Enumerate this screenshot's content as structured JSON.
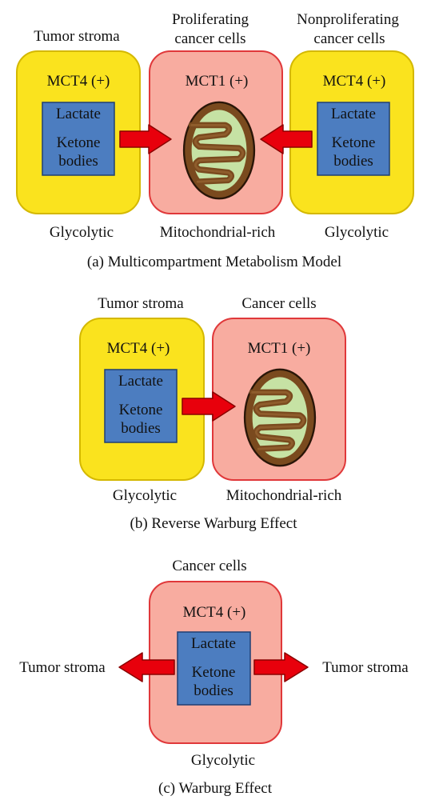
{
  "colors": {
    "stroma_fill": "#FAE31E",
    "stroma_stroke": "#D4B800",
    "cancer_fill": "#F8ACA0",
    "cancer_stroke": "#E0383A",
    "box_fill": "#4C7DC0",
    "box_stroke": "#1F3F73",
    "arrow_fill": "#E8000C",
    "arrow_stroke": "#8A0000",
    "mito_outer": "#7A4A1E",
    "mito_inner": "#C6E2A4"
  },
  "panel_a": {
    "left_title": "Tumor stroma",
    "middle_title_line1": "Proliferating",
    "middle_title_line2": "cancer cells",
    "right_title_line1": "Nonproliferating",
    "right_title_line2": "cancer cells",
    "left_marker": "MCT4 (+)",
    "middle_marker": "MCT1 (+)",
    "right_marker": "MCT4 (+)",
    "box_line1": "Lactate",
    "box_line2": "Ketone",
    "box_line3": "bodies",
    "left_footer": "Glycolytic",
    "middle_footer": "Mitochondrial-rich",
    "right_footer": "Glycolytic",
    "caption": "(a) Multicompartment Metabolism Model"
  },
  "panel_b": {
    "left_title": "Tumor stroma",
    "right_title": "Cancer cells",
    "left_marker": "MCT4 (+)",
    "right_marker": "MCT1 (+)",
    "box_line1": "Lactate",
    "box_line2": "Ketone",
    "box_line3": "bodies",
    "left_footer": "Glycolytic",
    "right_footer": "Mitochondrial-rich",
    "caption": "(b) Reverse Warburg Effect"
  },
  "panel_c": {
    "title": "Cancer cells",
    "marker": "MCT4 (+)",
    "box_line1": "Lactate",
    "box_line2": "Ketone",
    "box_line3": "bodies",
    "left_label": "Tumor stroma",
    "right_label": "Tumor stroma",
    "footer": "Glycolytic",
    "caption": "(c) Warburg Effect"
  }
}
